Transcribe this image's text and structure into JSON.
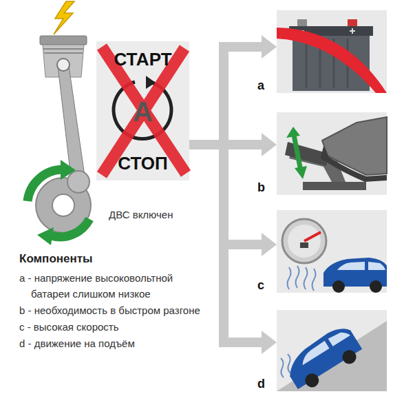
{
  "diagram": {
    "nodes": [
      {
        "text": [
          "СТАРТ",
          "A",
          "СТОП"
        ]
      },
      {
        "text": [
          "a"
        ]
      },
      {
        "text": [
          "b"
        ]
      },
      {
        "text": [
          "c"
        ]
      },
      {
        "text": [
          "d"
        ]
      }
    ],
    "edges": [
      {
        "from": 0,
        "to": 1,
        "arrow": "to"
      },
      {
        "from": 0,
        "to": 2,
        "arrow": "to"
      },
      {
        "from": 0,
        "to": 3,
        "arrow": "to"
      },
      {
        "from": 0,
        "to": 4,
        "arrow": "to"
      }
    ],
    "labels": [
      "ДВС включен",
      "Компоненты",
      "a - напряжение высоковольтной батареи слишком низкое",
      "b - необходимость в быстром разгоне",
      "c - высокая скорость",
      "d - движение на подъём"
    ]
  }
}
